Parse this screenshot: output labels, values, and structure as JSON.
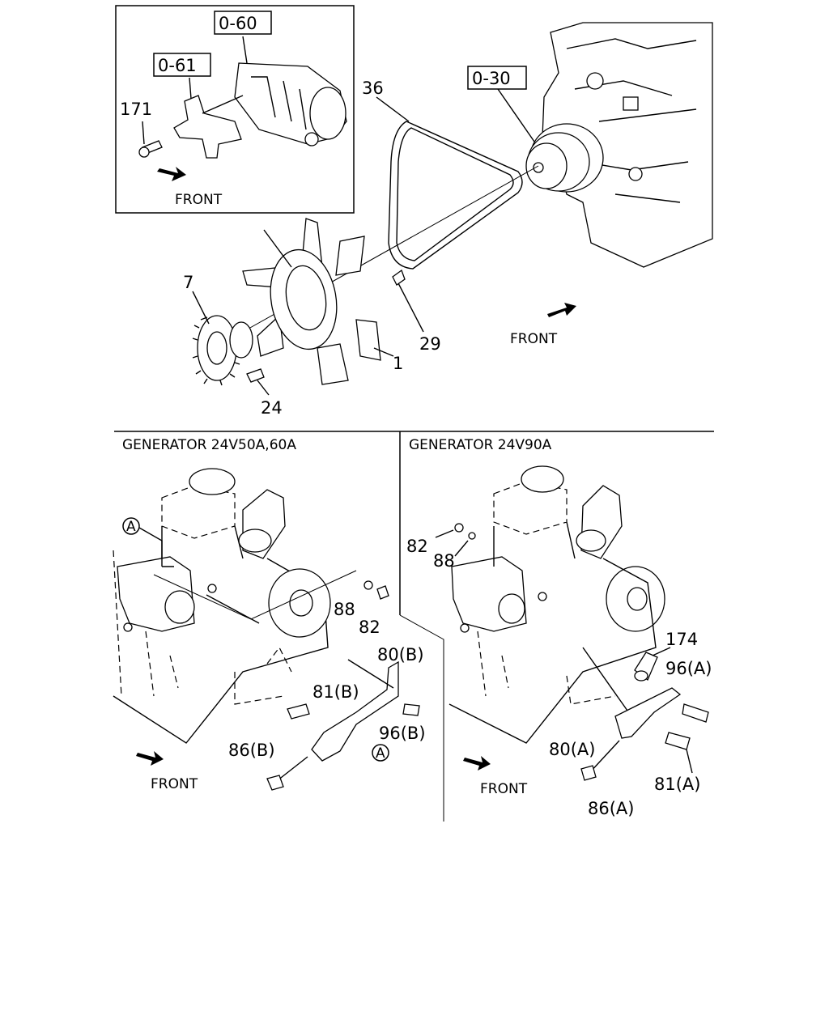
{
  "inset": {
    "ref_a": "0-60",
    "ref_b": "0-61",
    "part_171": "171",
    "front": "FRONT"
  },
  "upper": {
    "ref_0_30": "0-30",
    "p36": "36",
    "p7": "7",
    "p29": "29",
    "p1": "1",
    "p24": "24",
    "front": "FRONT"
  },
  "left_panel": {
    "title": "GENERATOR 24V50A,60A",
    "circle_a_top": "A",
    "circle_a_bottom": "A",
    "p88": "88",
    "p82": "82",
    "p80b": "80(B)",
    "p81b": "81(B)",
    "p96b": "96(B)",
    "p86b": "86(B)",
    "front": "FRONT"
  },
  "right_panel": {
    "title": "GENERATOR 24V90A",
    "p82": "82",
    "p88": "88",
    "p174": "174",
    "p96a": "96(A)",
    "p80a": "80(A)",
    "p81a": "81(A)",
    "p86a": "86(A)",
    "front": "FRONT"
  }
}
